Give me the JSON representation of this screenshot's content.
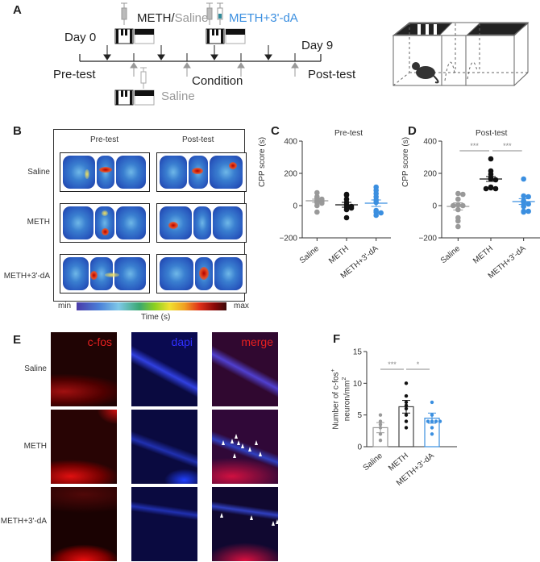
{
  "panels": {
    "A": {
      "label": "A",
      "day_start": "Day 0",
      "day_end": "Day 9",
      "pretest": "Pre-test",
      "condition": "Condition",
      "posttest": "Post-test",
      "top_label_meth": "METH",
      "top_label_slash": "/",
      "top_label_saline": "Saline",
      "top_label_meth_3da": "METH+3'-dA",
      "bottom_label_saline": "Saline",
      "colors": {
        "meth": "#222222",
        "saline": "#999999",
        "meth_3da": "#3b8fe0"
      }
    },
    "B": {
      "label": "B",
      "col_headers": [
        "Pre-test",
        "Post-test"
      ],
      "row_labels": [
        "Saline",
        "METH",
        "METH+3'-dA"
      ],
      "colorbar_min": "min",
      "colorbar_max": "max",
      "colorbar_title": "Time (s)"
    },
    "C": {
      "label": "C",
      "title": "Pre-test"
    },
    "D": {
      "label": "D",
      "title": "Post-test"
    },
    "E": {
      "label": "E",
      "channels": [
        "c-fos",
        "dapi",
        "merge"
      ],
      "row_labels": [
        "Saline",
        "METH",
        "METH+3'-dA"
      ]
    },
    "F": {
      "label": "F"
    }
  },
  "chart_data": [
    {
      "id": "C",
      "type": "scatter",
      "title": "Pre-test",
      "xlabel": "",
      "ylabel": "CPP score (s)",
      "ylim": [
        -200,
        400
      ],
      "yticks": [
        -200,
        0,
        200,
        400
      ],
      "categories": [
        "Saline",
        "METH",
        "METH+3'-dA"
      ],
      "colors": [
        "#999999",
        "#111111",
        "#3b8fe0"
      ],
      "series": [
        {
          "name": "Saline",
          "mean": 30,
          "sem": 10,
          "values": [
            80,
            55,
            45,
            40,
            30,
            25,
            20,
            15,
            0,
            -40
          ]
        },
        {
          "name": "METH",
          "mean": 5,
          "sem": 15,
          "values": [
            70,
            65,
            40,
            20,
            5,
            -5,
            -10,
            -15,
            -25,
            -75
          ]
        },
        {
          "name": "METH+3'-dA",
          "mean": 15,
          "sem": 20,
          "values": [
            115,
            95,
            75,
            55,
            35,
            20,
            -30,
            -40,
            -45,
            -60
          ]
        }
      ]
    },
    {
      "id": "D",
      "type": "scatter",
      "title": "Post-test",
      "xlabel": "",
      "ylabel": "CPP score (s)",
      "ylim": [
        -200,
        400
      ],
      "yticks": [
        -200,
        0,
        200,
        400
      ],
      "categories": [
        "Saline",
        "METH",
        "METH+3'-dA"
      ],
      "colors": [
        "#999999",
        "#111111",
        "#3b8fe0"
      ],
      "series": [
        {
          "name": "Saline",
          "mean": -5,
          "sem": 22,
          "values": [
            75,
            70,
            40,
            5,
            0,
            0,
            -25,
            -75,
            -95,
            -130
          ]
        },
        {
          "name": "METH",
          "mean": 165,
          "sem": 15,
          "values": [
            290,
            215,
            195,
            175,
            165,
            160,
            115,
            110,
            105,
            105
          ]
        },
        {
          "name": "METH+3'-dA",
          "mean": 25,
          "sem": 18,
          "values": [
            165,
            60,
            55,
            30,
            20,
            10,
            -5,
            -35,
            -35,
            -40
          ]
        }
      ],
      "annotations": [
        {
          "from": "Saline",
          "to": "METH",
          "text": "***"
        },
        {
          "from": "METH",
          "to": "METH+3'-dA",
          "text": "***"
        }
      ]
    },
    {
      "id": "F",
      "type": "bar",
      "title": "",
      "xlabel": "",
      "ylabel": "Number of c-fos+ neuron/mm2",
      "ylabel_line1": "Number of c-fos",
      "ylabel_sup1": "+",
      "ylabel_line2": "neuron/mm",
      "ylabel_sup2": "2",
      "ylim": [
        0,
        15
      ],
      "yticks": [
        0,
        5,
        10,
        15
      ],
      "categories": [
        "Saline",
        "METH",
        "METH+3'-dA"
      ],
      "colors": [
        "#999999",
        "#111111",
        "#3b8fe0"
      ],
      "values": [
        3.0,
        6.3,
        4.5
      ],
      "errors": [
        0.8,
        1.0,
        0.8
      ],
      "points": [
        [
          5,
          4,
          3.5,
          3,
          2,
          1
        ],
        [
          10,
          8,
          7,
          6.5,
          6,
          5,
          4,
          3
        ],
        [
          7,
          5,
          4,
          4,
          4,
          4,
          3,
          2
        ]
      ],
      "annotations": [
        {
          "from": "Saline",
          "to": "METH",
          "text": "***"
        },
        {
          "from": "METH",
          "to": "METH+3'-dA",
          "text": "*"
        }
      ]
    }
  ]
}
